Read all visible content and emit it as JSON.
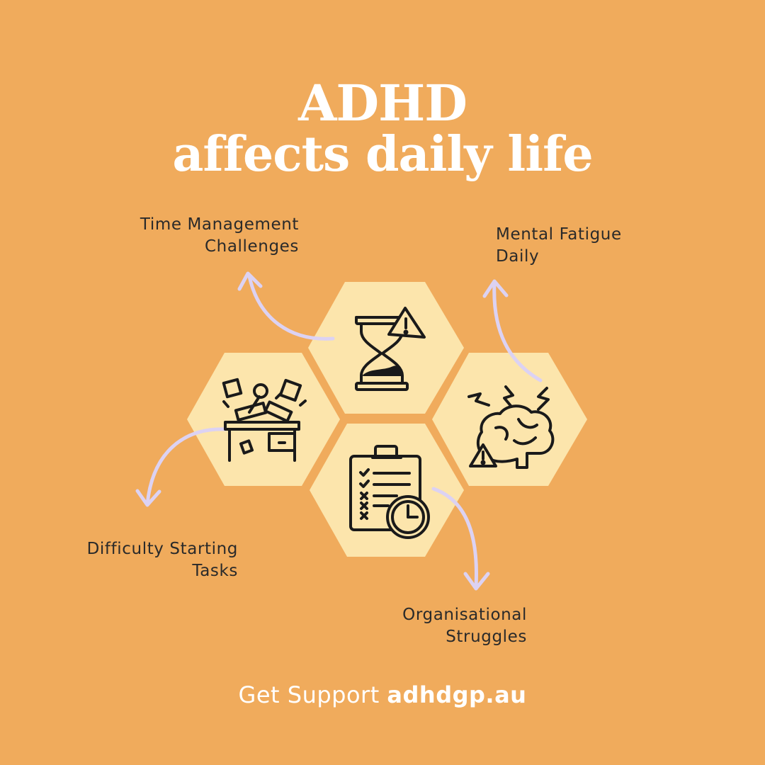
{
  "title": {
    "line1": "ADHD",
    "line2": "affects daily life"
  },
  "items": [
    {
      "name": "time-management",
      "line1": "Time Management",
      "line2": "Challenges",
      "icon": "hourglass-warning-icon"
    },
    {
      "name": "mental-fatigue",
      "line1": "Mental Fatigue",
      "line2": "Daily",
      "icon": "brain-lightning-icon"
    },
    {
      "name": "difficulty-starting",
      "line1": "Difficulty Starting",
      "line2": "Tasks",
      "icon": "messy-desk-icon"
    },
    {
      "name": "organisational",
      "line1": "Organisational",
      "line2": "Struggles",
      "icon": "checklist-clock-icon"
    }
  ],
  "footer": {
    "prefix": "Get Support ",
    "url": "adhdgp.au"
  },
  "colors": {
    "background": "#F0AB5C",
    "hexagon": "#FCE5AC",
    "arrow": "#DCD2F3",
    "icon_stroke": "#1A1A1A",
    "text_dark": "#2A2A2A",
    "text_light": "#FFFFFF"
  }
}
